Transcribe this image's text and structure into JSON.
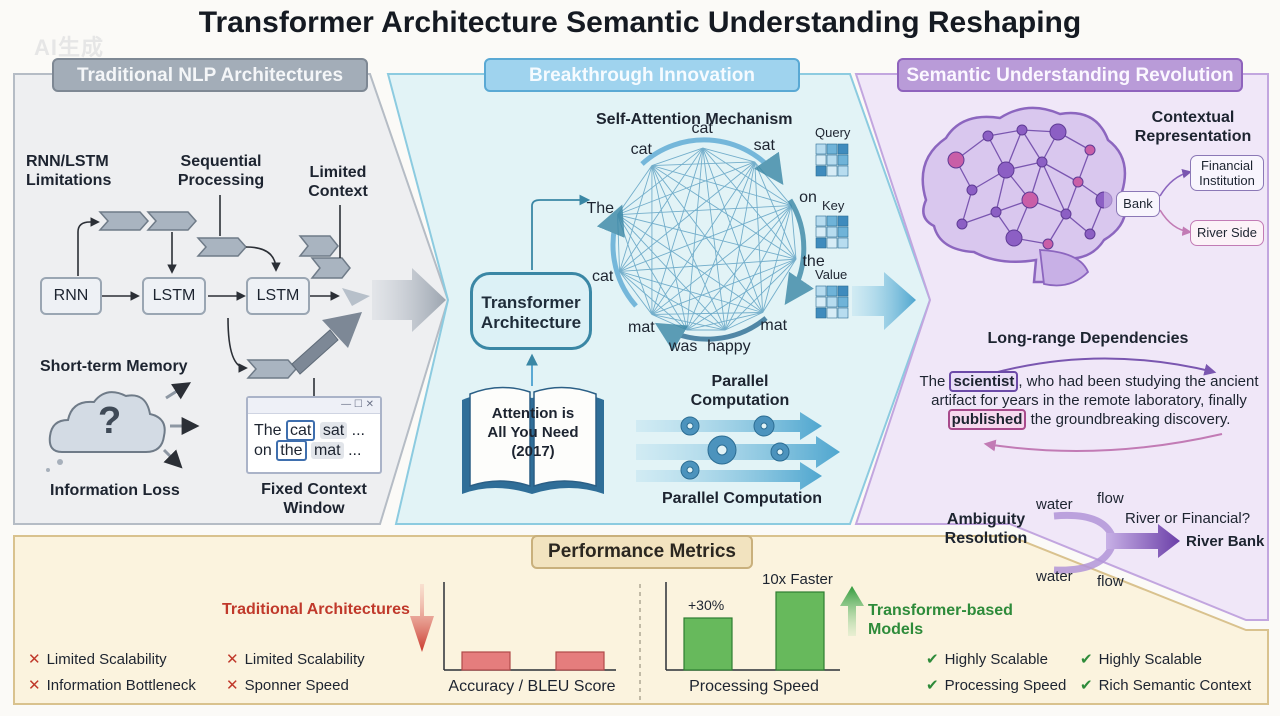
{
  "title": "Transformer Architecture Semantic Understanding Reshaping",
  "watermark": "AI生成",
  "panels": {
    "left": {
      "label": "Traditional NLP Architectures",
      "rnn_limitations": "RNN/LSTM Limitations",
      "sequential": "Sequential Processing",
      "limited_context": "Limited Context",
      "nodes": [
        "RNN",
        "LSTM",
        "LSTM"
      ],
      "short_term": "Short-term Memory",
      "info_loss": "Information Loss",
      "question_mark": "?",
      "window_controls": "— ☐ ✕",
      "window_tokens": [
        "The",
        "cat",
        "sat",
        "...",
        "on",
        "the",
        "mat",
        "..."
      ],
      "fixed_window": "Fixed Context Window"
    },
    "middle": {
      "label": "Breakthrough Innovation",
      "self_attention": "Self-Attention Mechanism",
      "ring_words": [
        "cat",
        "sat",
        "on",
        "the",
        "mat",
        "happy",
        "was",
        "mat",
        "cat",
        "The",
        "cat"
      ],
      "qkv": [
        "Query",
        "Key",
        "Value"
      ],
      "transformer": "Transformer Architecture",
      "book": "Attention is All You Need (2017)",
      "parallel_top": "Parallel Computation",
      "parallel_bottom": "Parallel Computation"
    },
    "right": {
      "label": "Semantic Understanding Revolution",
      "contextual": "Contextual Representation",
      "bank": "Bank",
      "financial": "Financial Institution",
      "river_side": "River Side",
      "long_range": "Long-range Dependencies",
      "sentence": {
        "p1": "The ",
        "w1": "scientist",
        "p2": ", who had been studying the ancient artifact for years in the remote laboratory, finally ",
        "w2": "published",
        "p3": " the groundbreaking discovery."
      },
      "ambiguity": "Ambiguity Resolution",
      "water1": "water",
      "flow1": "flow",
      "water2": "water",
      "flow2": "flow",
      "question": "River or Financial?",
      "answer": "River Bank"
    }
  },
  "performance": {
    "label": "Performance Metrics",
    "traditional": "Traditional Architectures",
    "transformer_models": "Transformer-based Models",
    "left_items": [
      "Limited Scalability",
      "Information Bottleneck",
      "Limited Scalability",
      "Sponner Speed"
    ],
    "right_items": [
      "Highly Scalable",
      "Processing Speed",
      "Highly Scalable",
      "Rich Semantic Context"
    ],
    "chart_accuracy_label": "Accuracy / BLEU Score",
    "chart_speed_label": "Processing Speed",
    "pct_label": "+30%",
    "faster_label": "10x Faster",
    "colors": {
      "traditional": "#e57d7d",
      "transformer": "#67b95c"
    }
  },
  "chart_data": [
    {
      "type": "bar",
      "xlabel": "Accuracy / BLEU Score",
      "values": [
        1,
        1
      ],
      "colors": [
        "#e57d7d",
        "#e57d7d"
      ]
    },
    {
      "type": "bar",
      "xlabel": "Processing Speed",
      "values": [
        1.3,
        10
      ],
      "data_labels": [
        "+30%",
        "10x Faster"
      ],
      "colors": [
        "#67b95c",
        "#67b95c"
      ]
    }
  ]
}
